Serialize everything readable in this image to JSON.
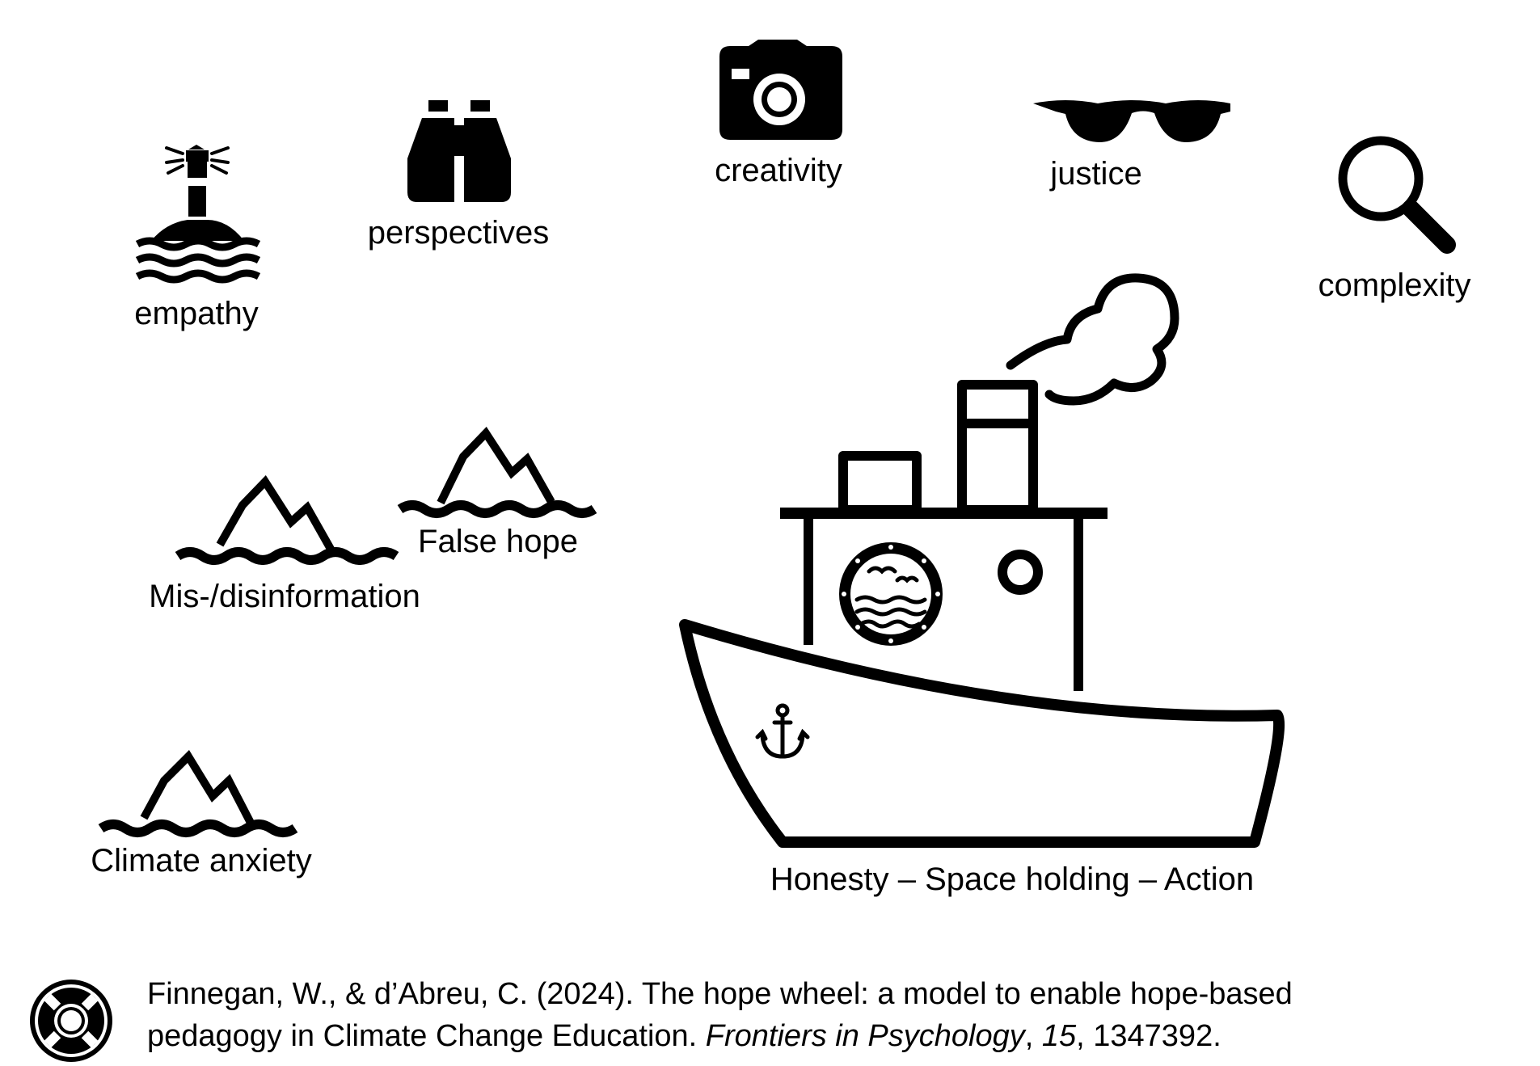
{
  "labels": {
    "empathy": "empathy",
    "perspectives": "perspectives",
    "creativity": "creativity",
    "justice": "justice",
    "complexity": "complexity",
    "misinformation": "Mis-/disinformation",
    "false_hope": "False hope",
    "climate_anxiety": "Climate anxiety",
    "boat": "Honesty – Space holding – Action"
  },
  "citation": {
    "authors": "Finnegan, W., & d’Abreu, C. (2024). The hope wheel: a model to enable hope-based",
    "line2_start": "pedagogy in Climate Change Education. ",
    "journal": "Frontiers in Psychology",
    "sep1": ", ",
    "volume": "15",
    "sep2": ", ",
    "article": "1347392."
  },
  "icons": [
    "lighthouse-icon",
    "binoculars-icon",
    "camera-icon",
    "sunglasses-icon",
    "magnifier-icon",
    "iceberg-icon",
    "ship-icon",
    "anchor-icon",
    "porthole-icon",
    "lifebuoy-icon"
  ]
}
